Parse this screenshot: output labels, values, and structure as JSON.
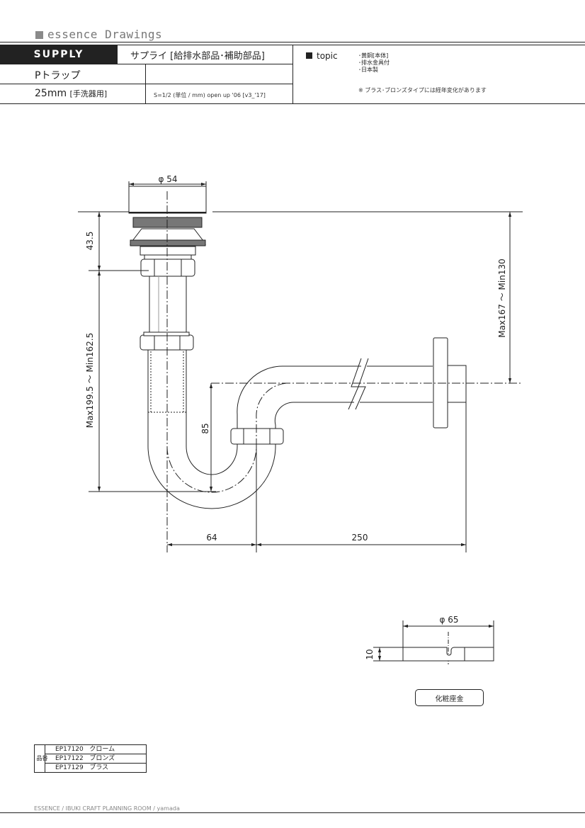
{
  "header": {
    "brand": "essence Drawings",
    "category": "SUPPLY",
    "category_jp": "サプライ [給排水部品･補助部品]",
    "product_name": "Pトラップ",
    "size_main": "25mm",
    "size_sub": "[手洗器用]",
    "scale": "S=1/2 (単位 / mm)   open up '06 [v3_'17]"
  },
  "topic": {
    "label": "topic",
    "items": [
      "･黄銅[本体]",
      "･排水金具付",
      "･日本製"
    ],
    "note": "※ ブラス･ブロンズタイプには経年変化があります"
  },
  "drawing": {
    "dim_top_diameter": "φ 54",
    "dim_upper": "43.5",
    "dim_vertical_range": "Max199.5 ～ Min162.5",
    "dim_trap": "85",
    "dim_right_range": "Max167 ～ Min130",
    "dim_bottom_left": "64",
    "dim_bottom_right": "250"
  },
  "escutcheon": {
    "dim_diameter": "φ 65",
    "dim_height": "10",
    "label": "化粧座金"
  },
  "products": {
    "side_label": "品番",
    "rows": [
      {
        "code": "EP17120",
        "finish": "クローム"
      },
      {
        "code": "EP17122",
        "finish": "ブロンズ"
      },
      {
        "code": "EP17129",
        "finish": "ブラス"
      }
    ]
  },
  "footer": {
    "credit": "ESSENCE / IBUKI CRAFT  PLANNING ROOM / yamada"
  }
}
